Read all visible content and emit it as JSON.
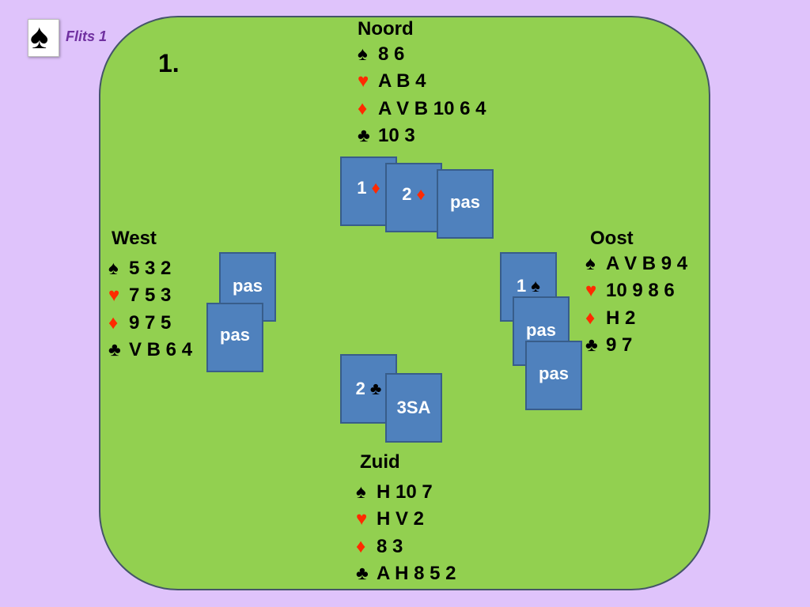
{
  "slide": {
    "title": "Flits 1",
    "board_number": "1."
  },
  "hands": {
    "north": {
      "name": "Noord",
      "spades": "8 6",
      "hearts": "A B 4",
      "diamonds": "A V B 10 6 4",
      "clubs": "10 3"
    },
    "west": {
      "name": "West",
      "spades": "5 3 2",
      "hearts": "7 5 3",
      "diamonds": "9 7 5",
      "clubs": "V B 6 4"
    },
    "east": {
      "name": "Oost",
      "spades": "A V B 9 4",
      "hearts": "10 9 8 6",
      "diamonds": "H 2",
      "clubs": "9 7"
    },
    "south": {
      "name": "Zuid",
      "spades": "H 10 7",
      "hearts": "H V 2",
      "diamonds": "8 3",
      "clubs": "A H 8 5 2"
    }
  },
  "suits": {
    "spade": "♠",
    "heart": "♥",
    "diamond": "♦",
    "club": "♣"
  },
  "bids": {
    "north": [
      "1",
      "2",
      "pas"
    ],
    "east": [
      "1",
      "pas",
      "pas"
    ],
    "south": [
      "2",
      "3SA"
    ],
    "west": [
      "pas",
      "pas"
    ]
  },
  "colors": {
    "background": "#dfc3fb",
    "table": "#92d050",
    "card": "#4f81bd",
    "red_suit": "#ff2a00"
  }
}
